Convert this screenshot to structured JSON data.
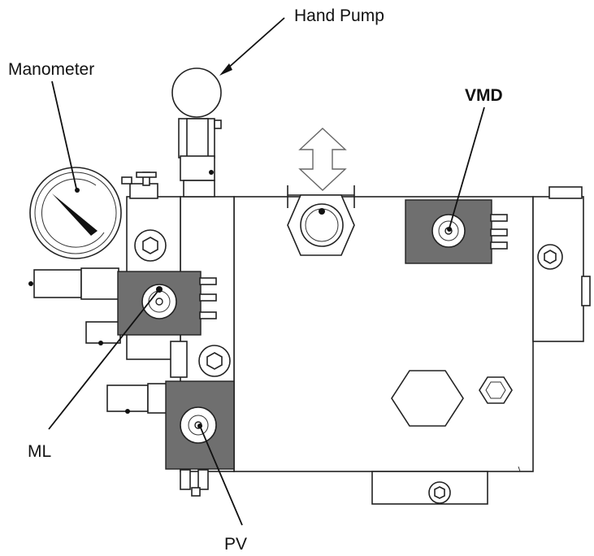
{
  "labels": {
    "hand_pump": "Hand Pump",
    "manometer": "Manometer",
    "vmd": "VMD",
    "ml": "ML",
    "pv": "PV"
  },
  "colors": {
    "coil": "#6f6f6f",
    "line": "#222222",
    "background": "#ffffff"
  }
}
